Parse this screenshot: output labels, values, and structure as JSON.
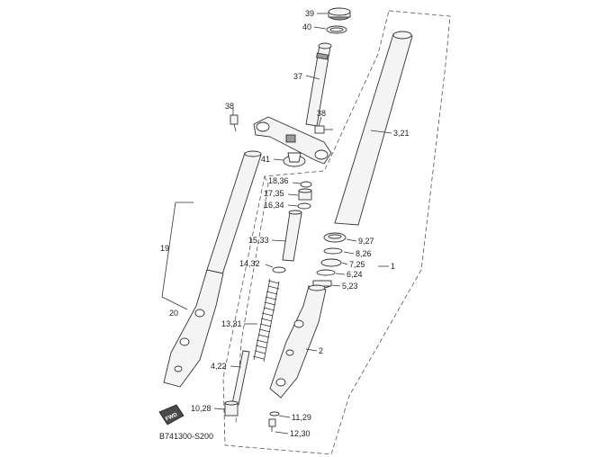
{
  "labels": {
    "p39": "39",
    "p40": "40",
    "p37": "37",
    "p38a": "38",
    "p38b": "38",
    "p3_21": "3,21",
    "p41": "41",
    "p18_36": "18,36",
    "p17_35": "17,35",
    "p16_34": "16,34",
    "p19": "19",
    "p15_33": "15,33",
    "p9_27": "9,27",
    "p8_26": "8,26",
    "p7_25": "7,25",
    "p1": "1",
    "p14_32": "14,32",
    "p6_24": "6,24",
    "p5_23": "5,23",
    "p20": "20",
    "p13_31": "13,31",
    "p2": "2",
    "p4_22": "4,22",
    "p10_28": "10,28",
    "p11_29": "11,29",
    "p12_30": "12,30"
  },
  "fwd_badge": "FWD",
  "diagram_code": "B741300-S200"
}
